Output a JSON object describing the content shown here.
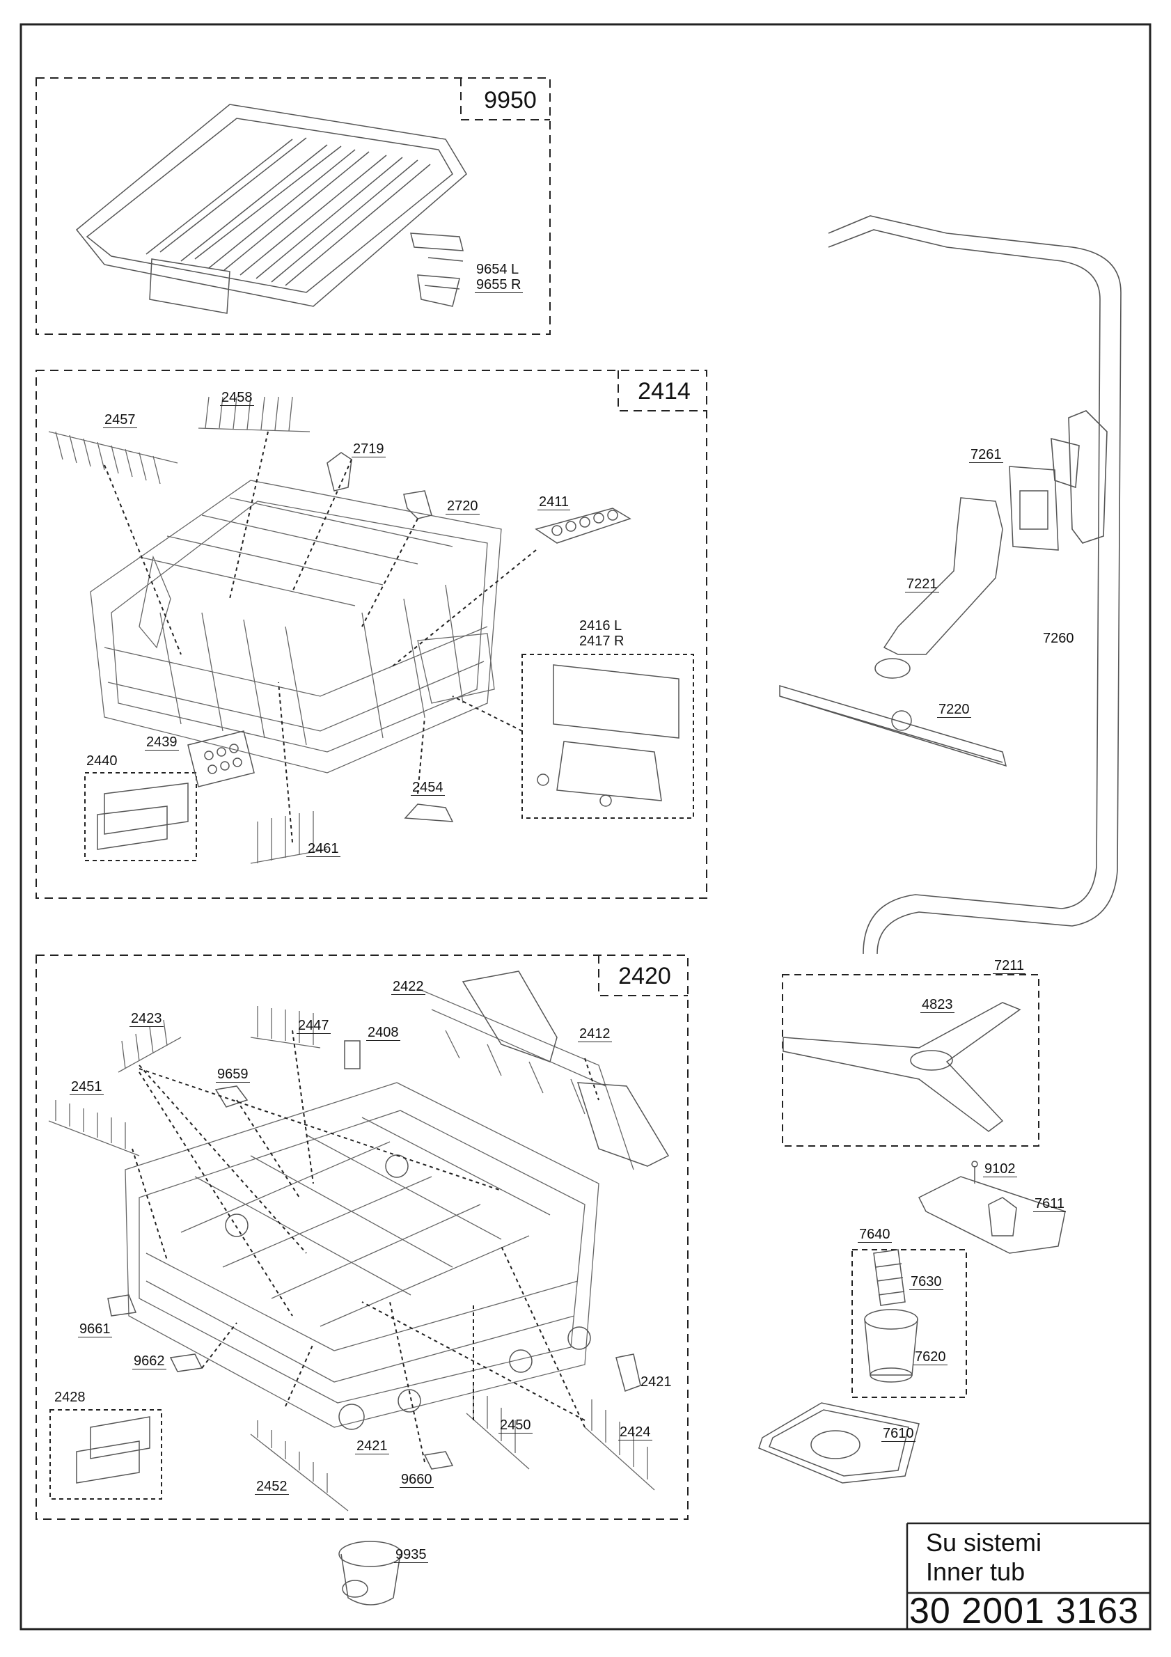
{
  "groups": {
    "g9950": "9950",
    "g2414": "2414",
    "g2420": "2420"
  },
  "labels": {
    "p9654": "9654 L",
    "p9655": "9655 R",
    "p2457": "2457",
    "p2458": "2458",
    "p2719": "2719",
    "p2720": "2720",
    "p2411": "2411",
    "p2416": "2416 L",
    "p2417": "2417 R",
    "p2439": "2439",
    "p2440": "2440",
    "p2454": "2454",
    "p2461": "2461",
    "p7261": "7261",
    "p7221": "7221",
    "p7260": "7260",
    "p7220": "7220",
    "p2422": "2422",
    "p2423": "2423",
    "p2447": "2447",
    "p2408": "2408",
    "p2412": "2412",
    "p2451": "2451",
    "p9659": "9659",
    "p9661": "9661",
    "p9662": "9662",
    "p2421a": "2421",
    "p2421b": "2421",
    "p2450": "2450",
    "p2424": "2424",
    "p2428": "2428",
    "p2452": "2452",
    "p9660": "9660",
    "p9935": "9935",
    "p7211": "7211",
    "p4823": "4823",
    "p9102": "9102",
    "p7611": "7611",
    "p7640": "7640",
    "p7630": "7630",
    "p7620": "7620",
    "p7610": "7610"
  },
  "title_block": {
    "line1": "Su sistemi",
    "line2": "Inner tub",
    "code": "30 2001 3163"
  }
}
